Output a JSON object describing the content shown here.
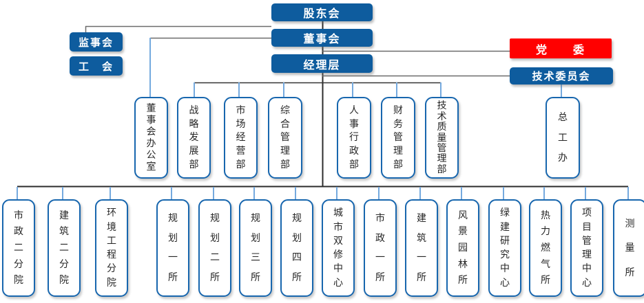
{
  "top_nodes": {
    "shareholders": {
      "label": "股东会"
    },
    "board": {
      "label": "董事会"
    },
    "management": {
      "label": "经理层"
    },
    "supervisory": {
      "label": "监事会"
    },
    "union": {
      "label": "工　会"
    },
    "party": {
      "label": "党　　委"
    },
    "tech_committee": {
      "label": "技术委员会"
    }
  },
  "departments": [
    {
      "label": "董事会办公室"
    },
    {
      "label": "战略发展部"
    },
    {
      "label": "市场经营部"
    },
    {
      "label": "综合管理部"
    },
    {
      "label": "人事行政部"
    },
    {
      "label": "财务管理部"
    },
    {
      "label": "技术质量管理部"
    },
    {
      "label": "总工办"
    }
  ],
  "institutes": [
    {
      "label": "市政二分院"
    },
    {
      "label": "建筑二分院"
    },
    {
      "label": "环境工程分院"
    },
    {
      "label": "规划一所"
    },
    {
      "label": "规划二所"
    },
    {
      "label": "规划三所"
    },
    {
      "label": "规划四所"
    },
    {
      "label": "城市双修中心"
    },
    {
      "label": "市政一所"
    },
    {
      "label": "建筑一所"
    },
    {
      "label": "风景园林所"
    },
    {
      "label": "绿建研究中心"
    },
    {
      "label": "热力燃气所"
    },
    {
      "label": "项目管理中心"
    },
    {
      "label": "测量所"
    }
  ],
  "colors": {
    "primary_blue": "#0E5C9E",
    "party_red": "#FF0000",
    "white_box_border": "#1766AE",
    "drop_line_blue": "#74A9DE",
    "trunk_line_dark": "#2B2B2B",
    "branch_line_gray": "#6B6B6B"
  }
}
